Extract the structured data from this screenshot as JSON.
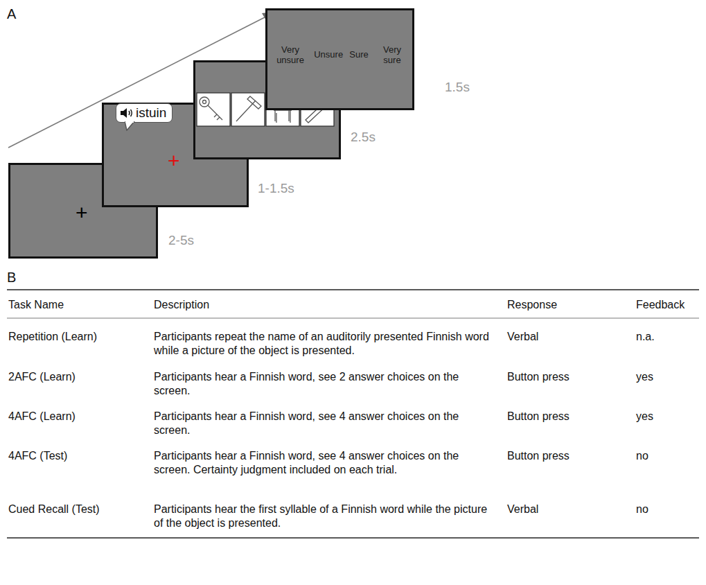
{
  "diagram": {
    "nodes": [
      {
        "text": [
          "+"
        ]
      },
      {
        "text": [
          "+"
        ]
      },
      {
        "text": [
          "istuin"
        ],
        "in": 1
      },
      {
        "text": [
          "Very unsure",
          "Unsure",
          "Sure",
          "Very sure"
        ]
      }
    ],
    "labels": [
      "A",
      "2-5s",
      "1-1.5s",
      "2.5s",
      "1.5s",
      "B",
      "Task Name",
      "Description",
      "Response",
      "Feedback",
      "Repetition (Learn)",
      "Participants repeat the name of an auditorily presented Finnish word while a picture of the object is presented.",
      "Verbal",
      "n.a.",
      "2AFC (Learn)",
      "Participants hear a Finnish word, see 2 answer choices on the screen.",
      "Button press",
      "yes",
      "4AFC (Learn)",
      "Participants hear a Finnish word, see 4 answer choices on the screen.",
      "Button press",
      "yes",
      "4AFC (Test)",
      "Participants hear a Finnish word, see 4 answer choices on the screen. Certainty judgment included on each trial.",
      "Button press",
      "no",
      "Cued Recall (Test)",
      "Participants hear the first syllable of a Finnish word while the picture of the object is presented.",
      "Verbal",
      "no"
    ]
  }
}
